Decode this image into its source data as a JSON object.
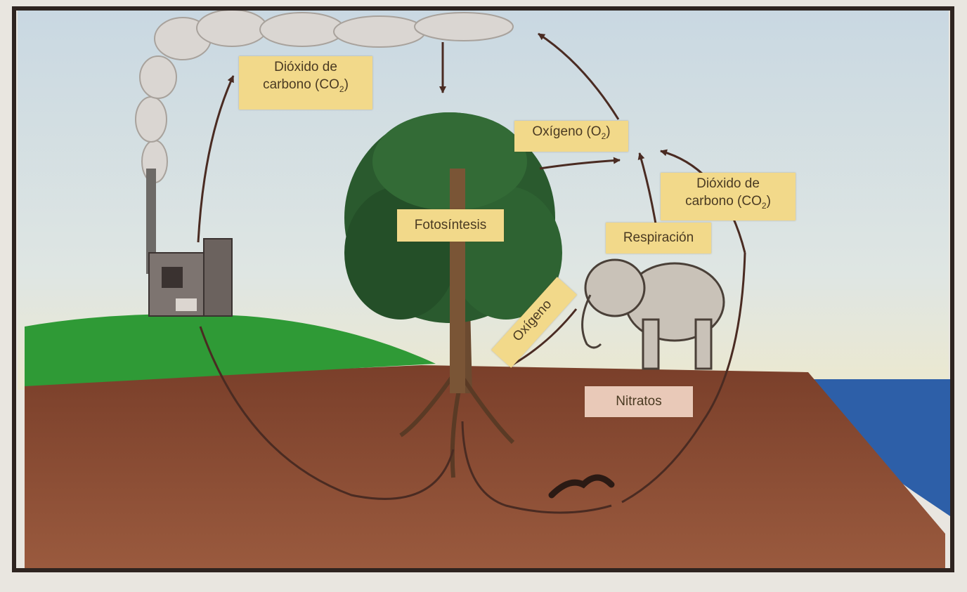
{
  "labels": {
    "co2_factory": {
      "line1": "Dióxido de",
      "line2_pre": "carbono (CO",
      "sub": "2",
      "line2_post": ")"
    },
    "oxygen_top": {
      "pre": "Oxígeno (O",
      "sub": "2",
      "post": ")"
    },
    "co2_animal": {
      "line1": "Dióxido de",
      "line2_pre": "carbono (CO",
      "sub": "2",
      "line2_post": ")"
    },
    "photosynthesis": "Fotosíntesis",
    "respiration": "Respiración",
    "oxygen_diag": "Oxígeno",
    "nitrates": "Nitratos"
  },
  "colors": {
    "sky": "#cfdde6",
    "grass": "#2f9a36",
    "soil": "#8a4a32",
    "water": "#2d5fa8",
    "label_bg": "#f2d98a",
    "nitrates_bg": "#e9c9b8",
    "arrow": "#4a2b22",
    "tree": "#2a5a2e"
  }
}
